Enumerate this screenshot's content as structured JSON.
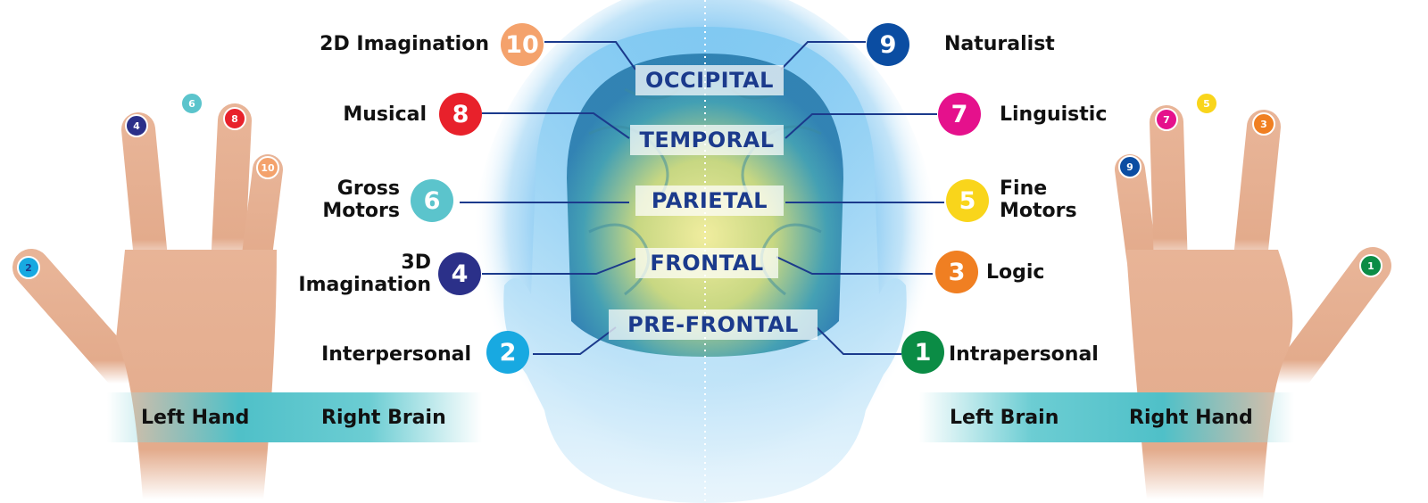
{
  "lobes": [
    "OCCIPITAL",
    "TEMPORAL",
    "PARIETAL",
    "FRONTAL",
    "PRE-FRONTAL"
  ],
  "left_items": [
    {
      "num": "10",
      "label": "2D Imagination",
      "color": "#f4a26c"
    },
    {
      "num": "8",
      "label": "Musical",
      "color": "#e8212b"
    },
    {
      "num": "6",
      "label_line1": "Gross",
      "label_line2": "Motors",
      "color": "#5bc4cc"
    },
    {
      "num": "4",
      "label_line1": "3D",
      "label_line2": "Imagination",
      "color": "#2b3089"
    },
    {
      "num": "2",
      "label": "Interpersonal",
      "color": "#18a9e1"
    }
  ],
  "right_items": [
    {
      "num": "9",
      "label": "Naturalist",
      "color": "#0b4da2"
    },
    {
      "num": "7",
      "label": "Linguistic",
      "color": "#e5118c"
    },
    {
      "num": "5",
      "label_line1": "Fine",
      "label_line2": "Motors",
      "color": "#f9d51b"
    },
    {
      "num": "3",
      "label": "Logic",
      "color": "#f07f22"
    },
    {
      "num": "1",
      "label": "Intrapersonal",
      "color": "#0b8c45"
    }
  ],
  "left_hand_fingers": [
    "2",
    "4",
    "6",
    "8",
    "10"
  ],
  "right_hand_fingers": [
    "9",
    "7",
    "5",
    "3",
    "1"
  ],
  "bars": {
    "left": {
      "a": "Left Hand",
      "b": "Right Brain"
    },
    "right": {
      "a": "Left Brain",
      "b": "Right Hand"
    }
  }
}
